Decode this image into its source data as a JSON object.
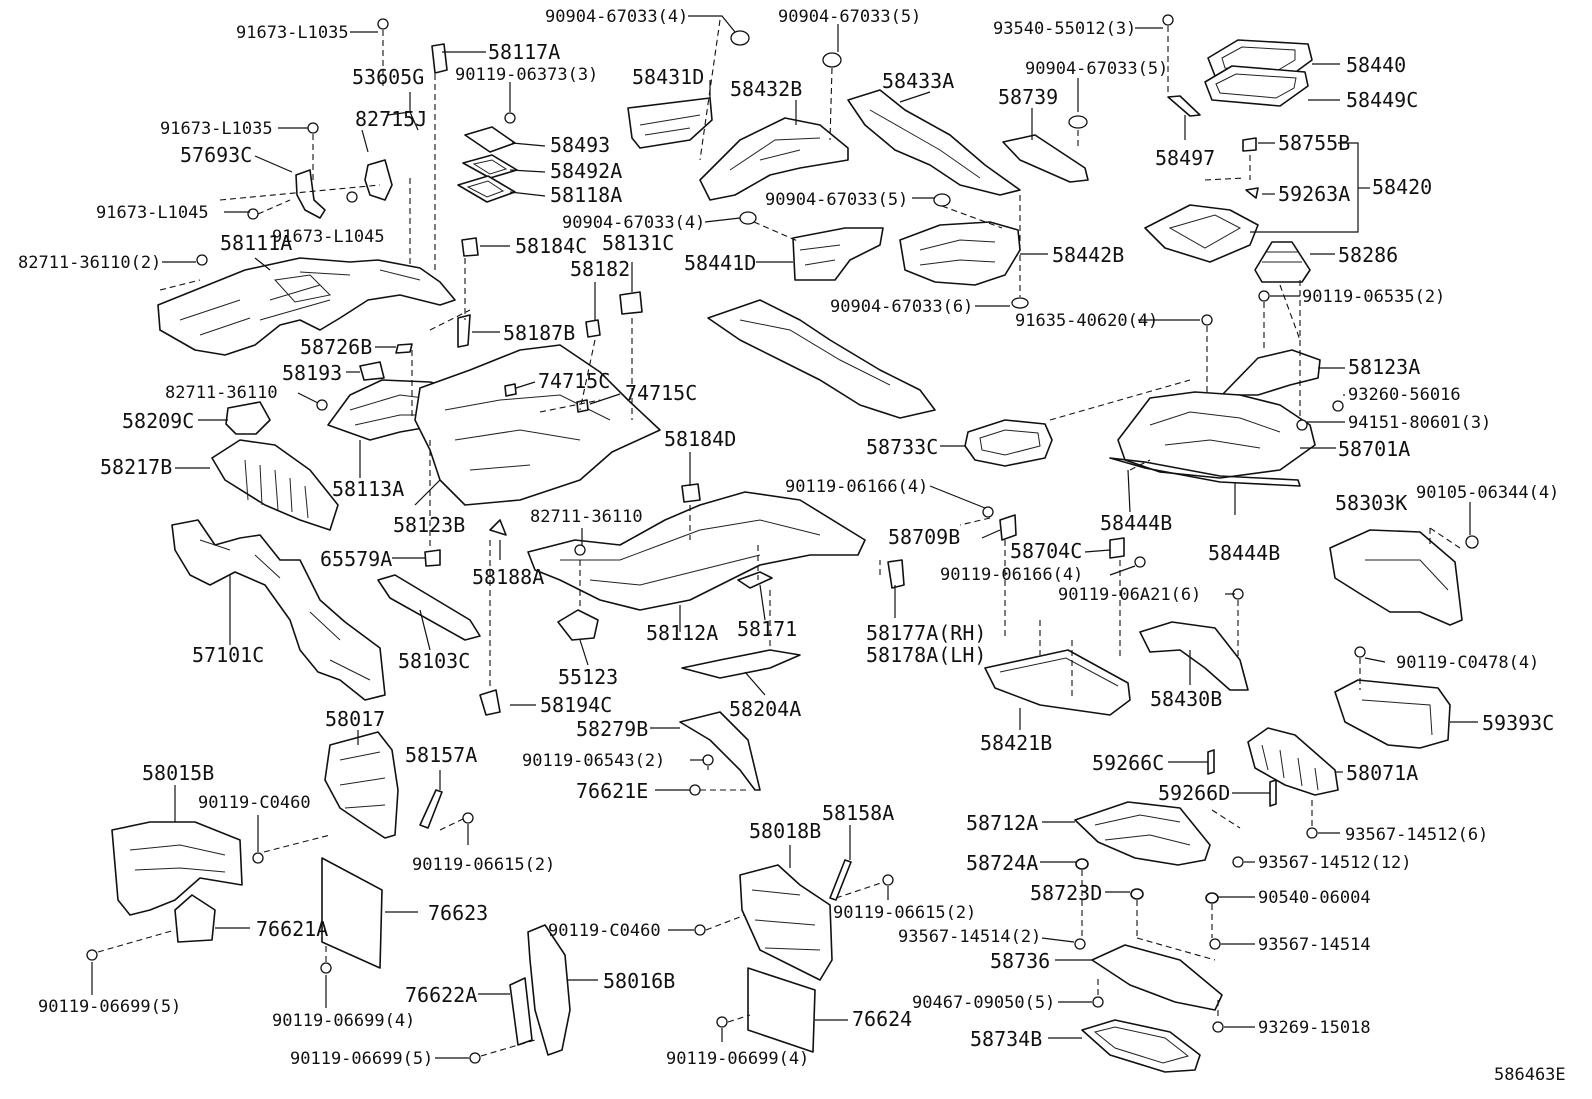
{
  "diagram_id": "586463E",
  "labels": {
    "l_91673_L1035_a": "91673-L1035",
    "l_53605G": "53605G",
    "l_58117A": "58117A",
    "l_90119_06373": "90119-06373(3)",
    "l_90904_67033_4_top": "90904-67033(4)",
    "l_90904_67033_5_top": "90904-67033(5)",
    "l_93540_55012": "93540-55012(3)",
    "l_58440": "58440",
    "l_90904_67033_5_mid": "90904-67033(5)",
    "l_58449C": "58449C",
    "l_58431D": "58431D",
    "l_58432B": "58432B",
    "l_58433A": "58433A",
    "l_58739": "58739",
    "l_82715J": "82715J",
    "l_91673_L1035_b": "91673-L1035",
    "l_58493": "58493",
    "l_58492A": "58492A",
    "l_57693C": "57693C",
    "l_58118A": "58118A",
    "l_58497": "58497",
    "l_58755B": "58755B",
    "l_58420": "58420",
    "l_59263A": "59263A",
    "l_91673_L1045_a": "91673-L1045",
    "l_91673_L1045_b": "91673-L1045",
    "l_90904_67033_5_c": "90904-67033(5)",
    "l_90904_67033_4_c": "90904-67033(4)",
    "l_82711_36110_2": "82711-36110(2)",
    "l_58111A": "58111A",
    "l_58184C": "58184C",
    "l_58131C": "58131C",
    "l_58441D": "58441D",
    "l_58442B": "58442B",
    "l_58286": "58286",
    "l_58182": "58182",
    "l_90119_06535": "90119-06535(2)",
    "l_90904_67033_6": "90904-67033(6)",
    "l_91635_40620": "91635-40620(4)",
    "l_58187B": "58187B",
    "l_58726B": "58726B",
    "l_58193": "58193",
    "l_74715C_a": "74715C",
    "l_74715C_b": "74715C",
    "l_58123A": "58123A",
    "l_82711_36110_b": "82711-36110",
    "l_93260_56016": "93260-56016",
    "l_58209C": "58209C",
    "l_94151_80601": "94151-80601(3)",
    "l_58733C": "58733C",
    "l_58701A": "58701A",
    "l_58184D": "58184D",
    "l_58217B": "58217B",
    "l_58113A": "58113A",
    "l_90119_06166_4_a": "90119-06166(4)",
    "l_58444B_a": "58444B",
    "l_58303K": "58303K",
    "l_90105_06344": "90105-06344(4)",
    "l_58123B": "58123B",
    "l_82711_36110_c": "82711-36110",
    "l_58709B": "58709B",
    "l_58704C": "58704C",
    "l_58444B_b": "58444B",
    "l_65579A": "65579A",
    "l_58188A": "58188A",
    "l_90119_06166_4_b": "90119-06166(4)",
    "l_90119_06A21": "90119-06A21(6)",
    "l_57101C": "57101C",
    "l_58103C": "58103C",
    "l_58112A": "58112A",
    "l_58171": "58171",
    "l_58177A": "58177A(RH)",
    "l_58178A": "58178A(LH)",
    "l_55123": "55123",
    "l_90119_C0478": "90119-C0478(4)",
    "l_58430B": "58430B",
    "l_58194C": "58194C",
    "l_58204A": "58204A",
    "l_58421B": "58421B",
    "l_59393C": "59393C",
    "l_58017": "58017",
    "l_58279B": "58279B",
    "l_58157A": "58157A",
    "l_90119_06543": "90119-06543(2)",
    "l_59266C": "59266C",
    "l_58071A": "58071A",
    "l_58015B": "58015B",
    "l_76621E": "76621E",
    "l_59266D": "59266D",
    "l_90119_C0460_a": "90119-C0460",
    "l_58158A": "58158A",
    "l_58712A": "58712A",
    "l_93567_14512_6": "93567-14512(6)",
    "l_58018B": "58018B",
    "l_90119_06615_a": "90119-06615(2)",
    "l_58724A": "58724A",
    "l_93567_14512_12": "93567-14512(12)",
    "l_58723D": "58723D",
    "l_90540_06004": "90540-06004",
    "l_76623": "76623",
    "l_90119_06615_b": "90119-06615(2)",
    "l_76621A": "76621A",
    "l_90119_C0460_b": "90119-C0460",
    "l_93567_14514_2": "93567-14514(2)",
    "l_93567_14514": "93567-14514",
    "l_58736": "58736",
    "l_76622A": "76622A",
    "l_58016B": "58016B",
    "l_90467_09050": "90467-09050(5)",
    "l_90119_06699_5_a": "90119-06699(5)",
    "l_90119_06699_4_a": "90119-06699(4)",
    "l_76624": "76624",
    "l_93269_15018": "93269-15018",
    "l_58734B": "58734B",
    "l_90119_06699_5_b": "90119-06699(5)",
    "l_90119_06699_4_b": "90119-06699(4)"
  }
}
